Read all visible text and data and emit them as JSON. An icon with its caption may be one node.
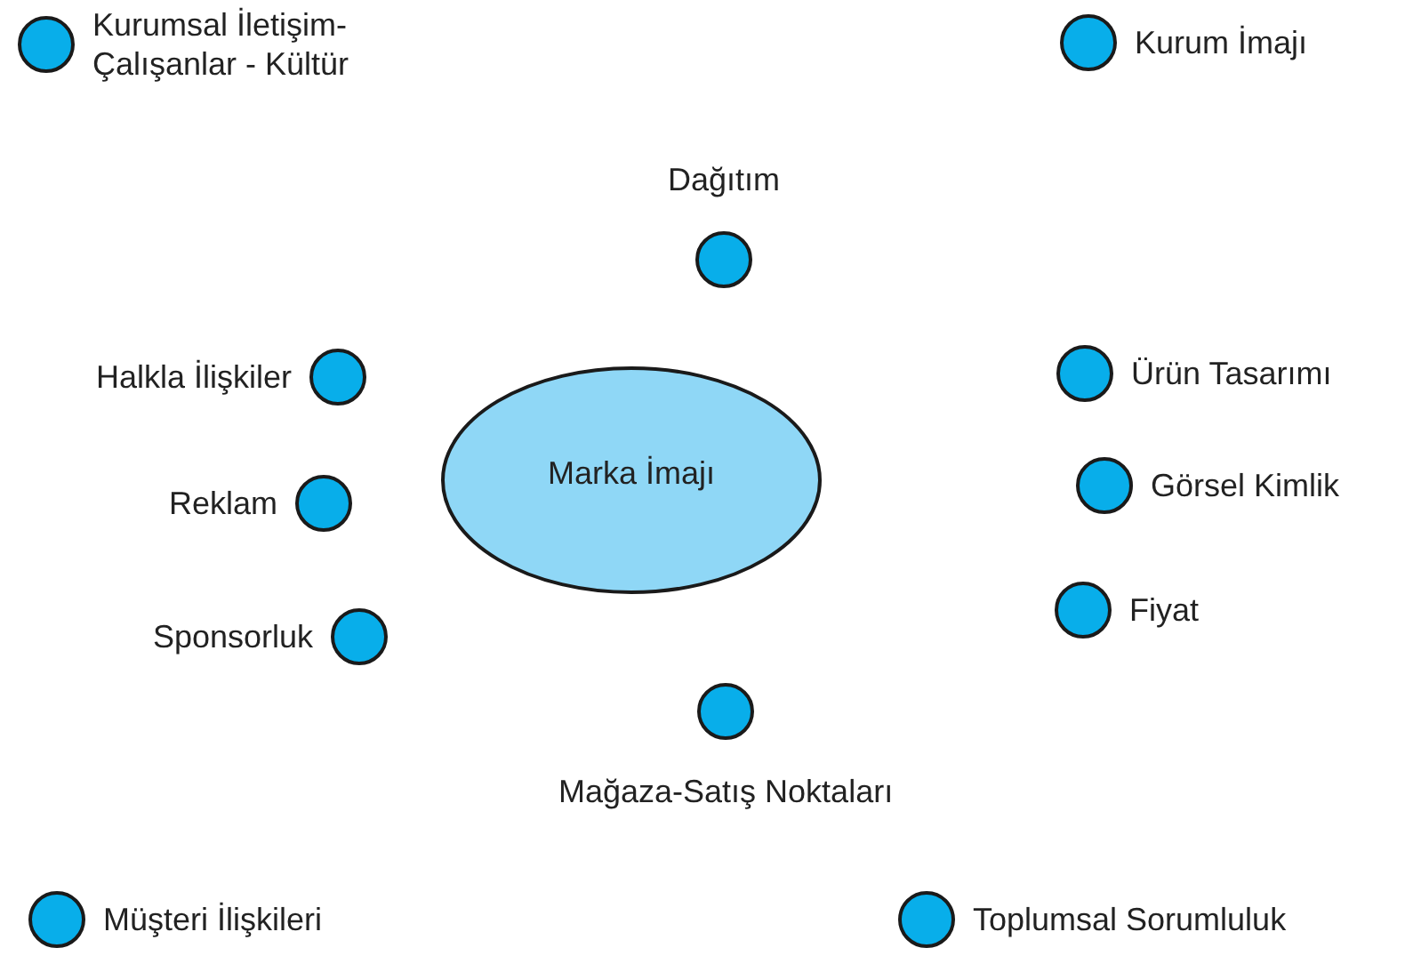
{
  "diagram": {
    "nodes": [
      {
        "text": [],
        "shape": "circle",
        "beside": [
          "Kurumsal İletişim- Çalışanlar - Kültür"
        ]
      },
      {
        "text": [],
        "shape": "circle",
        "beside": [
          "Kurum İmajı"
        ]
      },
      {
        "text": [],
        "shape": "circle",
        "beside": [
          "Dağıtım"
        ]
      },
      {
        "text": [],
        "shape": "circle",
        "beside": [
          "Halkla İlişkiler"
        ]
      },
      {
        "text": [],
        "shape": "circle",
        "beside": [
          "Ürün Tasarımı"
        ]
      },
      {
        "text": [
          "Marka İmajı"
        ]
      },
      {
        "text": [],
        "shape": "circle",
        "beside": [
          "Reklam"
        ]
      },
      {
        "text": [],
        "shape": "circle",
        "beside": [
          "Görsel Kimlik"
        ]
      },
      {
        "text": [],
        "shape": "circle",
        "beside": [
          "Sponsorluk"
        ]
      },
      {
        "text": [],
        "shape": "circle",
        "beside": [
          "Fiyat"
        ]
      },
      {
        "text": [],
        "shape": "circle",
        "beside": [
          "Mağaza-Satış Noktaları"
        ]
      },
      {
        "text": [],
        "shape": "circle",
        "beside": [
          "Müşteri İlişkileri"
        ]
      },
      {
        "text": [],
        "shape": "circle",
        "beside": [
          "Toplumsal Sorumluluk"
        ]
      }
    ]
  }
}
